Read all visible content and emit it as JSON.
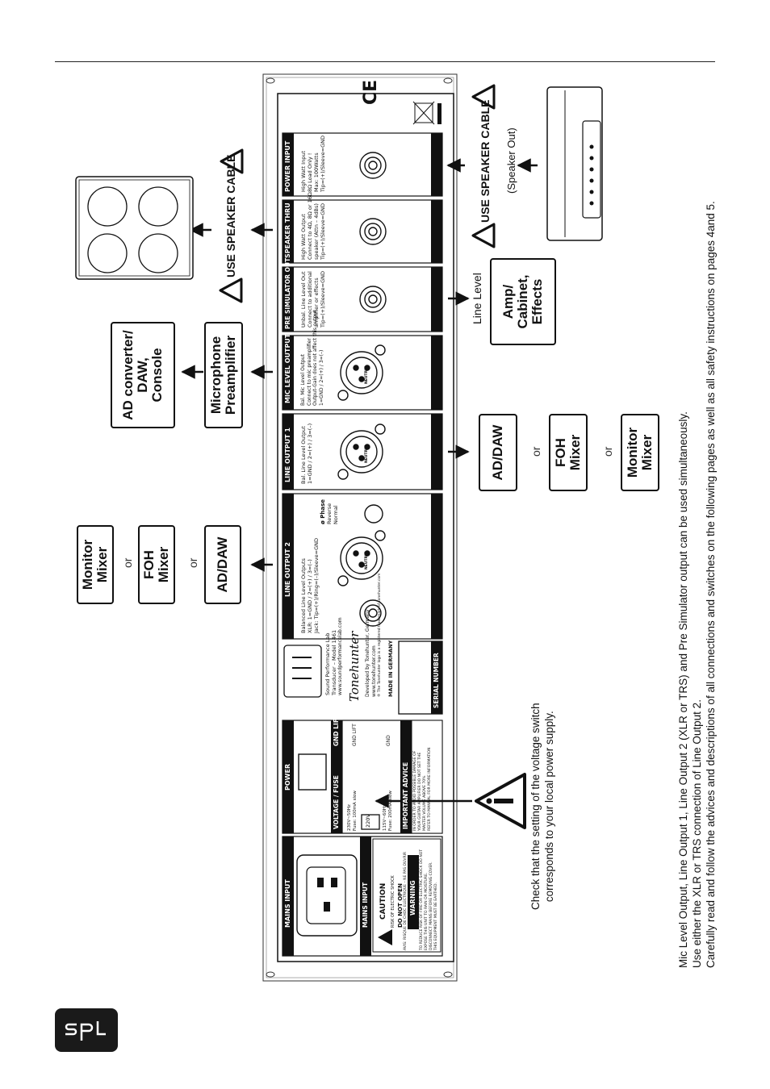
{
  "page": {
    "logo_text": "spl"
  },
  "left_targets": {
    "items": [
      "Monitor\nMixer",
      "FOH\nMixer",
      "AD/DAW"
    ],
    "or": "or"
  },
  "top_targets": {
    "ad": "AD converter/\nDAW,\nConsole",
    "mic": "Microphone\nPreamplifier",
    "warning": "USE SPEAKER CABLE"
  },
  "bottom_targets": {
    "items": [
      "AD/DAW",
      "FOH\nMixer",
      "Monitor\nMixer"
    ],
    "or": "or"
  },
  "amp_target": {
    "label": "Amp/\nCabinet,\nEffects",
    "line_level": "Line Level"
  },
  "cabinet": {
    "warning": "USE SPEAKER CABLE",
    "speaker_out": "(Speaker Out)"
  },
  "voltage_note": {
    "line1": "Check that the setting of the voltage switch",
    "line2": "corresponds to your local power supply."
  },
  "notes": {
    "line1": "Mic Level Output, Line Output 1, Line Output 2 (XLR or TRS) and Pre Simulator output can be used simultaneously.",
    "line2": "Use either the XLR or TRS connection of Line Output 2.",
    "line3": "Carefully read and follow the advices and descriptions of all connections and switches on the following pages as well as all safety instructions on pages 4and 5."
  },
  "panel": {
    "sections": [
      {
        "header": "POWER INPUT",
        "text": "High Watt Input\n8Ω Load Only !\nMax: 100Watts\nTip=(+)/Sleeve=GND"
      },
      {
        "header": "SPEAKER THRU",
        "text": "High Watt Output\nConnect to 4Ω, 8Ω or 16Ω\nspeaker (Attn – 4dBs)\nTip=(+)/Sleeve=GND"
      },
      {
        "header": "PRE SIMULATOR OUT",
        "text": "Unbal. Line Level Out\nConnect to additional\namplifier or effects\nTip=(+)/Sleeve=GND"
      },
      {
        "header": "MIC LEVEL OUTPUT",
        "text": "Bal. Mic Level Output\nConnect to mic preamplifier\nOutput-Gain does not affect this output\n1=GND / 2=(+) / 3=(–)"
      },
      {
        "header": "LINE OUTPUT 1",
        "text": "Bal. Line Level Output\n1=GND / 2=(+) / 3=(–)"
      },
      {
        "header": "LINE OUTPUT 2",
        "text": "Balanced Line Level Outputs\nXLR: 1=GND / 2=(+) / 3=(–)\nJack: Tip=(+)/Ring=(–)/Sleeve=GND"
      }
    ],
    "phase": {
      "title": "ø Phase",
      "reverse": "Reverse",
      "normal": "Normal"
    },
    "neutrik": "NEUTRIK",
    "brand": {
      "name": "Sound Performance Lab",
      "model": "Transducer – Model 1461",
      "web": "www.soundperformancelab.com",
      "tonehunter": "Tonehunter",
      "developed": "Developed by Tonehunter, Germany",
      "web2": "www.tonehunter.com",
      "trademark": "® The Tonehunter logo is a registered trademark of tonehunter.com",
      "made": "MADE IN GERMANY",
      "serial": "SERIAL NUMBER"
    },
    "power": {
      "header": "POWER",
      "voltage_header": "VOLTAGE / FUSE",
      "v230": "230V~50Hz\nFuse: 100mA slow",
      "v115": "115V~60Hz\nFuse: 200mA slow",
      "switch": "220V"
    },
    "gnd": {
      "header": "GND LIFT",
      "lift": "GND LIFT",
      "gnd": "GND"
    },
    "advice": {
      "header": "IMPORTANT ADVICE",
      "text": "IN ORDER TO AVOID POSSIBLE DAMAGE OF\nYOUR GUITAR AMPLIFIER DO NOT SET THE\nMASTER VOLUME ABOVE 70%\nREFER TO MANUAL FOR MORE INFORMATION"
    },
    "mains": {
      "header": "MAINS INPUT"
    },
    "caution": {
      "title": "CAUTION",
      "line1": "RISK OF ELECTRIC SHOCK",
      "line2": "DO NOT OPEN",
      "fr": "AVIS: RISQUE DE CHOC ELECTRIQUE – NE PAS OUVRIR"
    },
    "warning": {
      "title": "WARNING",
      "text": "TO REDUCE RISK OF FIRE OR ELECTRIC SHOCK DO NOT\nEXPOSE THIS UNIT TO RAIN OR MOISTURE.\nDISCONNECT MAINS BEFORE REMOVING COVER.\nTHIS EQUIPMENT MUST BE EARTHED."
    },
    "ce": "CE"
  },
  "colors": {
    "ink": "#111111",
    "panel_bg": "#ffffff",
    "header_bg": "#111111"
  }
}
